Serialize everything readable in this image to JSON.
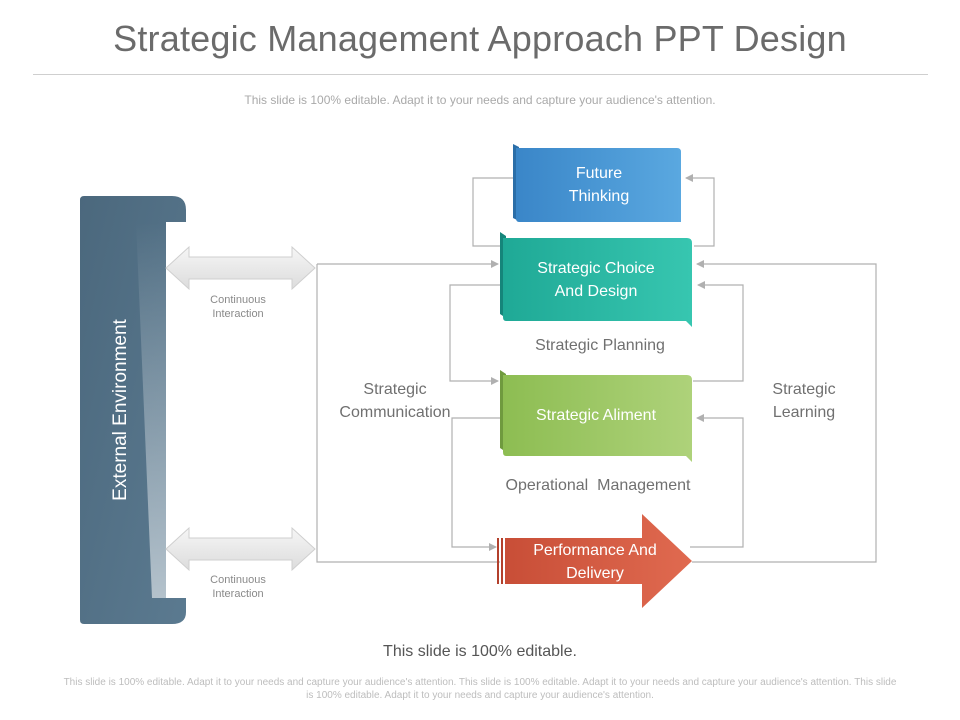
{
  "title": "Strategic Management Approach PPT Design",
  "subtitle": "This slide is 100% editable. Adapt it to your needs and capture your audience's attention.",
  "diagram": {
    "external_environment": "External Environment",
    "future_thinking": "Future\nThinking",
    "strategic_choice": "Strategic Choice\nAnd Design",
    "strategic_planning": "Strategic Planning",
    "strategic_aliment": "Strategic Aliment",
    "operational_management": "Operational  Management",
    "performance_delivery": "Performance And\nDelivery",
    "strategic_communication": "Strategic\nCommunication",
    "strategic_learning": "Strategic\nLearning",
    "continuous_interaction_top": "Continuous\nInteraction",
    "continuous_interaction_bottom": "Continuous\nInteraction"
  },
  "editable_note": "This slide is 100% editable.",
  "footer_text": "This slide is 100% editable. Adapt it to your needs and capture your audience's attention. This slide is 100% editable. Adapt it to your needs and capture your audience's attention. This slide is 100% editable. Adapt it to your needs and capture your audience's attention.",
  "colors": {
    "future_thinking": "#3c8fd0",
    "strategic_choice": "#22b3a0",
    "strategic_aliment": "#98c65e",
    "performance_delivery": "#d35a43",
    "external_environment": "#4c6a80",
    "connector": "#b0b0b0"
  }
}
